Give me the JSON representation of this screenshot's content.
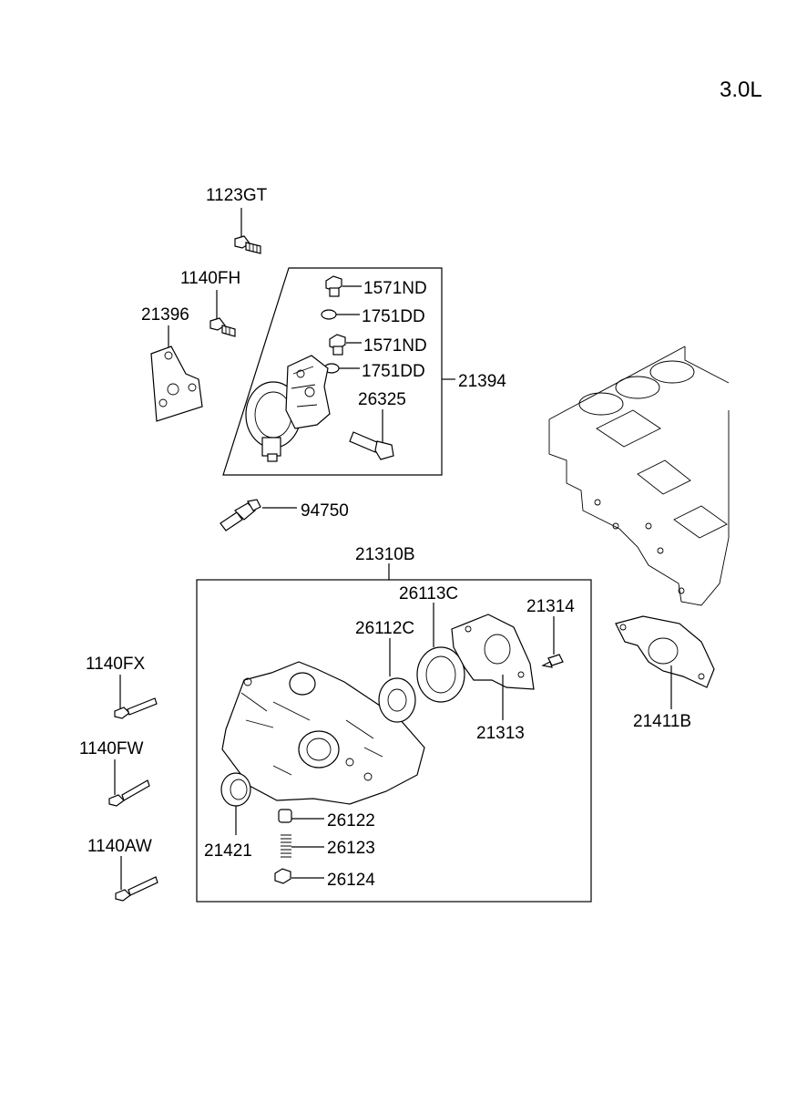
{
  "engine_label": "3.0L",
  "parts": {
    "p1123GT": "1123GT",
    "p1140FH": "1140FH",
    "p21396": "21396",
    "p1571ND_a": "1571ND",
    "p1751DD_a": "1751DD",
    "p1571ND_b": "1571ND",
    "p1751DD_b": "1751DD",
    "p26325": "26325",
    "p21394": "21394",
    "p94750": "94750",
    "p21310B": "21310B",
    "p26113C": "26113C",
    "p21314": "21314",
    "p26112C": "26112C",
    "p21313": "21313",
    "p21411B": "21411B",
    "p1140FX": "1140FX",
    "p1140FW": "1140FW",
    "p1140AW": "1140AW",
    "p21421": "21421",
    "p26122": "26122",
    "p26123": "26123",
    "p26124": "26124"
  }
}
